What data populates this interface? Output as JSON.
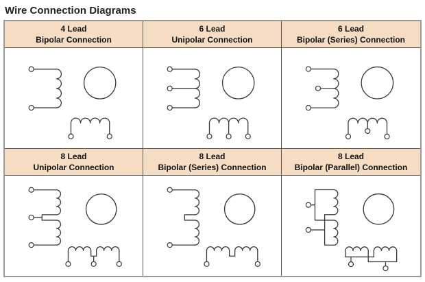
{
  "page": {
    "title": "Wire Connection Diagrams"
  },
  "colors": {
    "header_bg": "#f5dcc3",
    "table_border": "#9a9a9a",
    "cell_border": "#555555",
    "line": "#3a3a3a",
    "title_text": "#222222"
  },
  "cells": [
    {
      "leads": "4 Lead",
      "connection": "Bipolar Connection"
    },
    {
      "leads": "6 Lead",
      "connection": "Unipolar Connection"
    },
    {
      "leads": "6 Lead",
      "connection": "Bipolar (Series) Connection"
    },
    {
      "leads": "8 Lead",
      "connection": "Unipolar Connection"
    },
    {
      "leads": "8 Lead",
      "connection": "Bipolar (Series) Connection"
    },
    {
      "leads": "8 Lead",
      "connection": "Bipolar (Parallel) Connection"
    }
  ]
}
